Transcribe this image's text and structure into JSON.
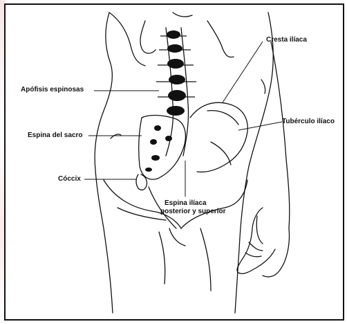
{
  "figure": {
    "labels": {
      "cresta_iliaca": "Cresta ilíaca",
      "apofisis_espinosas": "Apófisis espinosas",
      "tuberculo_iliaco": "Tubérculo ilíaco",
      "espina_del_sacro": "Espina del sacro",
      "coccix": "Cóccix",
      "espina_iliaca_line1": "Espina ilíaca",
      "espina_iliaca_line2": "posterior y superior"
    }
  }
}
